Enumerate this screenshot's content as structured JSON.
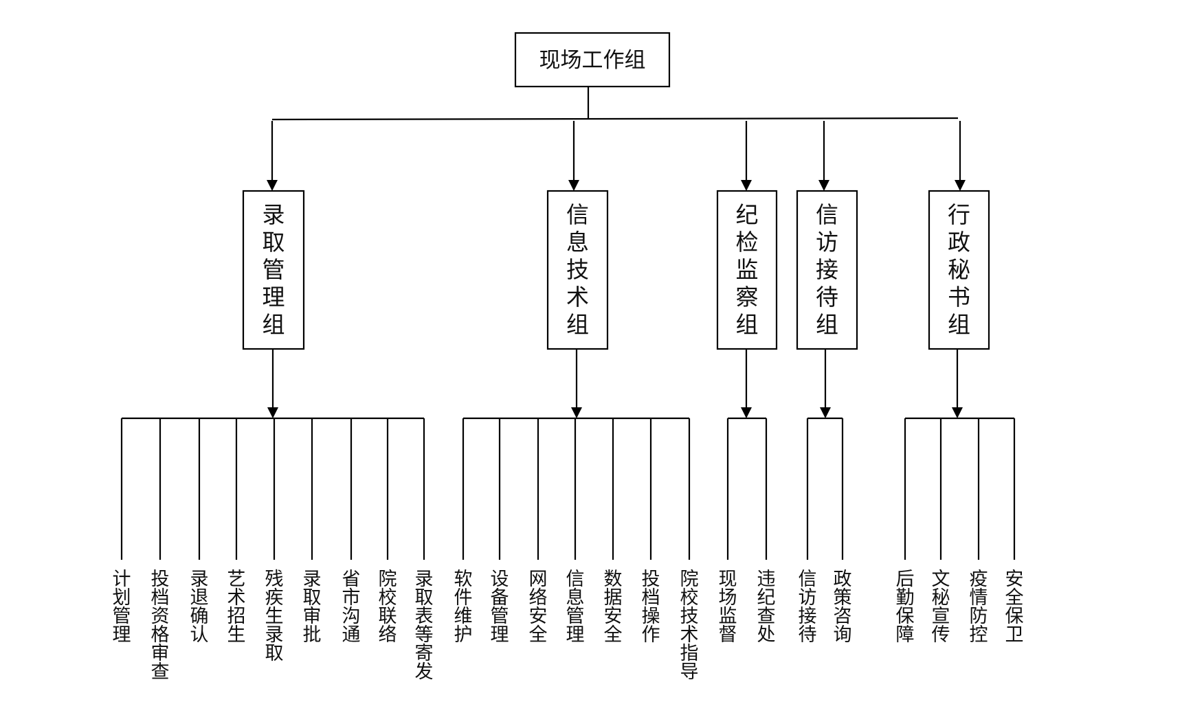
{
  "root": {
    "label": "现场工作组"
  },
  "groups": [
    {
      "label": "录取管理组",
      "items": [
        "计划管理",
        "投档资格审查",
        "录退确认",
        "艺术招生",
        "残疾生录取",
        "录取审批",
        "省市沟通",
        "院校联络",
        "录取表等寄发"
      ]
    },
    {
      "label": "信息技术组",
      "items": [
        "软件维护",
        "设备管理",
        "网络安全",
        "信息管理",
        "数据安全",
        "投档操作",
        "院校技术指导"
      ]
    },
    {
      "label": "纪检监察组",
      "items": [
        "现场监督",
        "违纪查处"
      ]
    },
    {
      "label": "信访接待组",
      "items": [
        "信访接待",
        "政策咨询"
      ]
    },
    {
      "label": "行政秘书组",
      "items": [
        "后勤保障",
        "文秘宣传",
        "疫情防控",
        "安全保卫"
      ]
    }
  ]
}
